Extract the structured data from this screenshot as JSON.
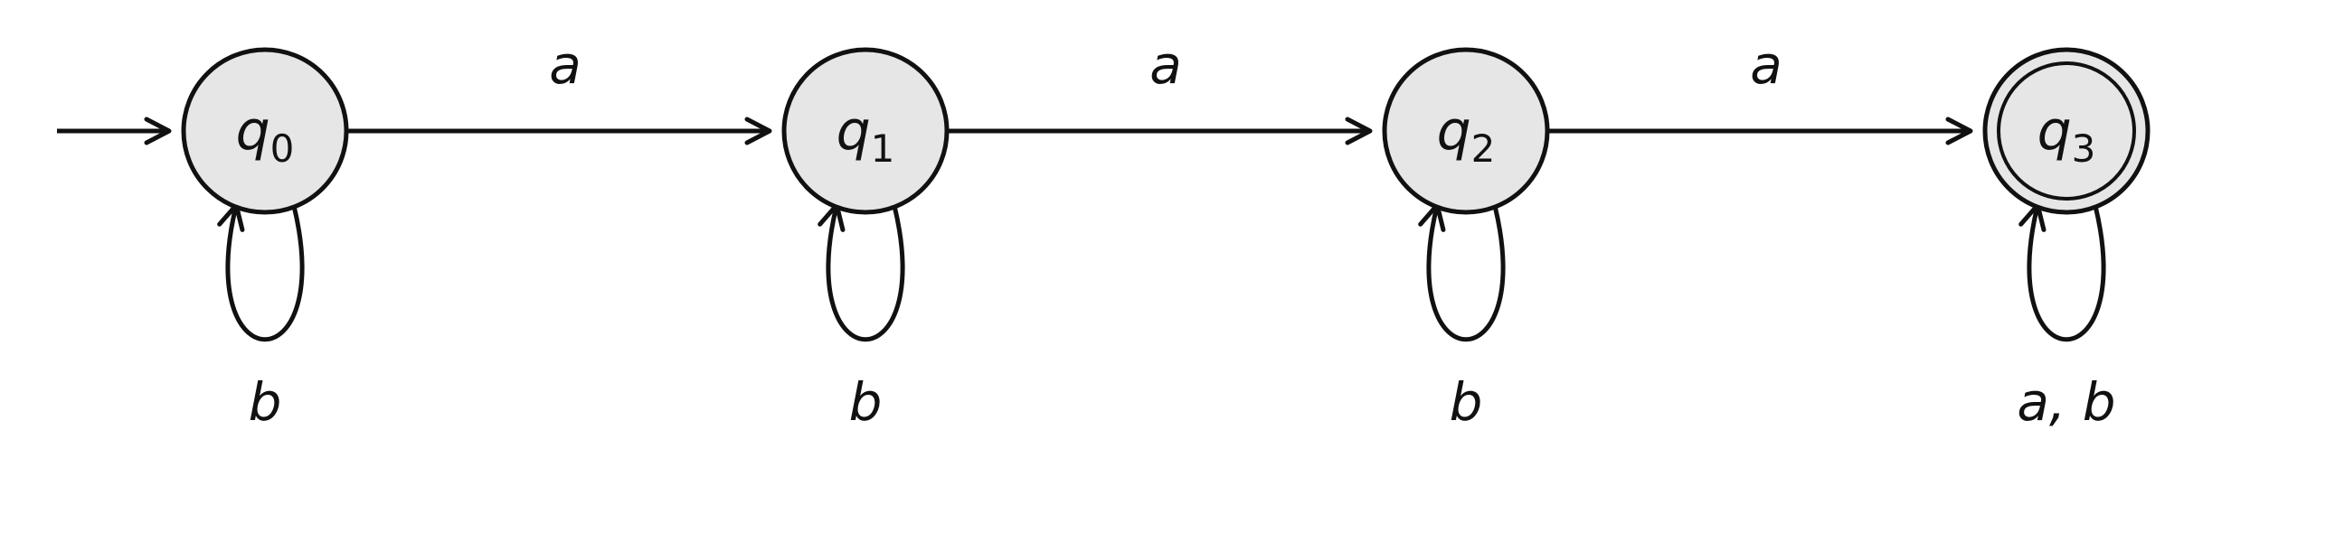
{
  "diagram": {
    "type": "finite-state-automaton",
    "description": "DFA with four states in a row; a-transitions advance to the next state, b self-loops on q0..q2, q3 accepting with a,b self-loop",
    "colors": {
      "background": "#ffffff",
      "node_fill": "#e6e6e6",
      "stroke": "#111111"
    },
    "start_state": "q0",
    "states": [
      {
        "id": "q0",
        "name": "q",
        "sub": "0",
        "accepting": false
      },
      {
        "id": "q1",
        "name": "q",
        "sub": "1",
        "accepting": false
      },
      {
        "id": "q2",
        "name": "q",
        "sub": "2",
        "accepting": false
      },
      {
        "id": "q3",
        "name": "q",
        "sub": "3",
        "accepting": true
      }
    ],
    "transitions": [
      {
        "from": "q0",
        "to": "q1",
        "label": "a"
      },
      {
        "from": "q1",
        "to": "q2",
        "label": "a"
      },
      {
        "from": "q2",
        "to": "q3",
        "label": "a"
      }
    ],
    "self_loops": [
      {
        "state": "q0",
        "label": "b"
      },
      {
        "state": "q1",
        "label": "b"
      },
      {
        "state": "q2",
        "label": "b"
      },
      {
        "state": "q3",
        "label": "a, b"
      }
    ]
  }
}
